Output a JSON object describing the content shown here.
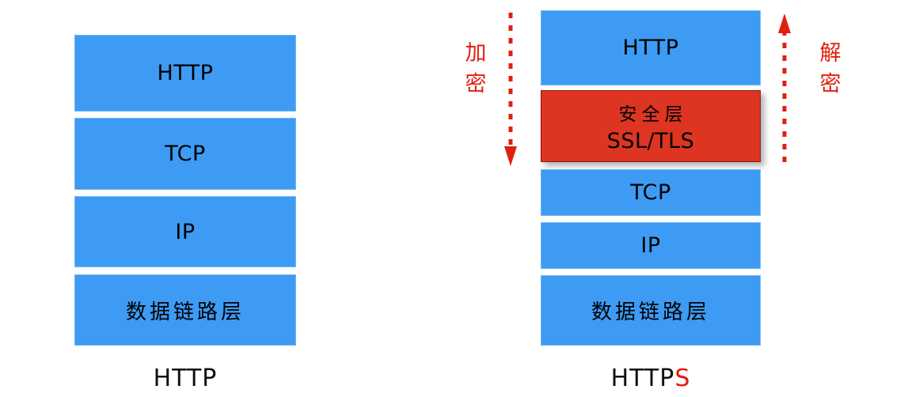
{
  "diagram": {
    "title": "HTTP vs HTTPS protocol stack comparison",
    "colors": {
      "layer_blue": "#3D9BF4",
      "layer_blue_border": "#6FB6F7",
      "security_red": "#DD3522",
      "security_red_border": "#8E1A10",
      "annotation_red": "#E0200F",
      "text_black": "#000000",
      "background": "#FFFFFF"
    }
  },
  "stacks": [
    {
      "id": "http-stack",
      "caption": "HTTP",
      "caption_accent": "",
      "layers": [
        {
          "label": "HTTP",
          "kind": "latin",
          "type": "application"
        },
        {
          "label": "TCP",
          "kind": "latin",
          "type": "transport"
        },
        {
          "label": "IP",
          "kind": "latin",
          "type": "network"
        },
        {
          "label": "数据链路层",
          "kind": "cjk",
          "type": "data-link"
        }
      ]
    },
    {
      "id": "https-stack",
      "caption": "HTTP",
      "caption_accent": "S",
      "layers": [
        {
          "label": "HTTP",
          "kind": "latin",
          "type": "application"
        },
        {
          "label_cjk": "安全层",
          "label_latin": "SSL/TLS",
          "kind": "security",
          "type": "security"
        },
        {
          "label": "TCP",
          "kind": "latin",
          "type": "transport"
        },
        {
          "label": "IP",
          "kind": "latin",
          "type": "network"
        },
        {
          "label": "数据链路层",
          "kind": "cjk",
          "type": "data-link"
        }
      ]
    }
  ],
  "annotations": [
    {
      "id": "encrypt",
      "label": "加\n密",
      "direction": "down",
      "side": "left"
    },
    {
      "id": "decrypt",
      "label": "解\n密",
      "direction": "up",
      "side": "right"
    }
  ]
}
